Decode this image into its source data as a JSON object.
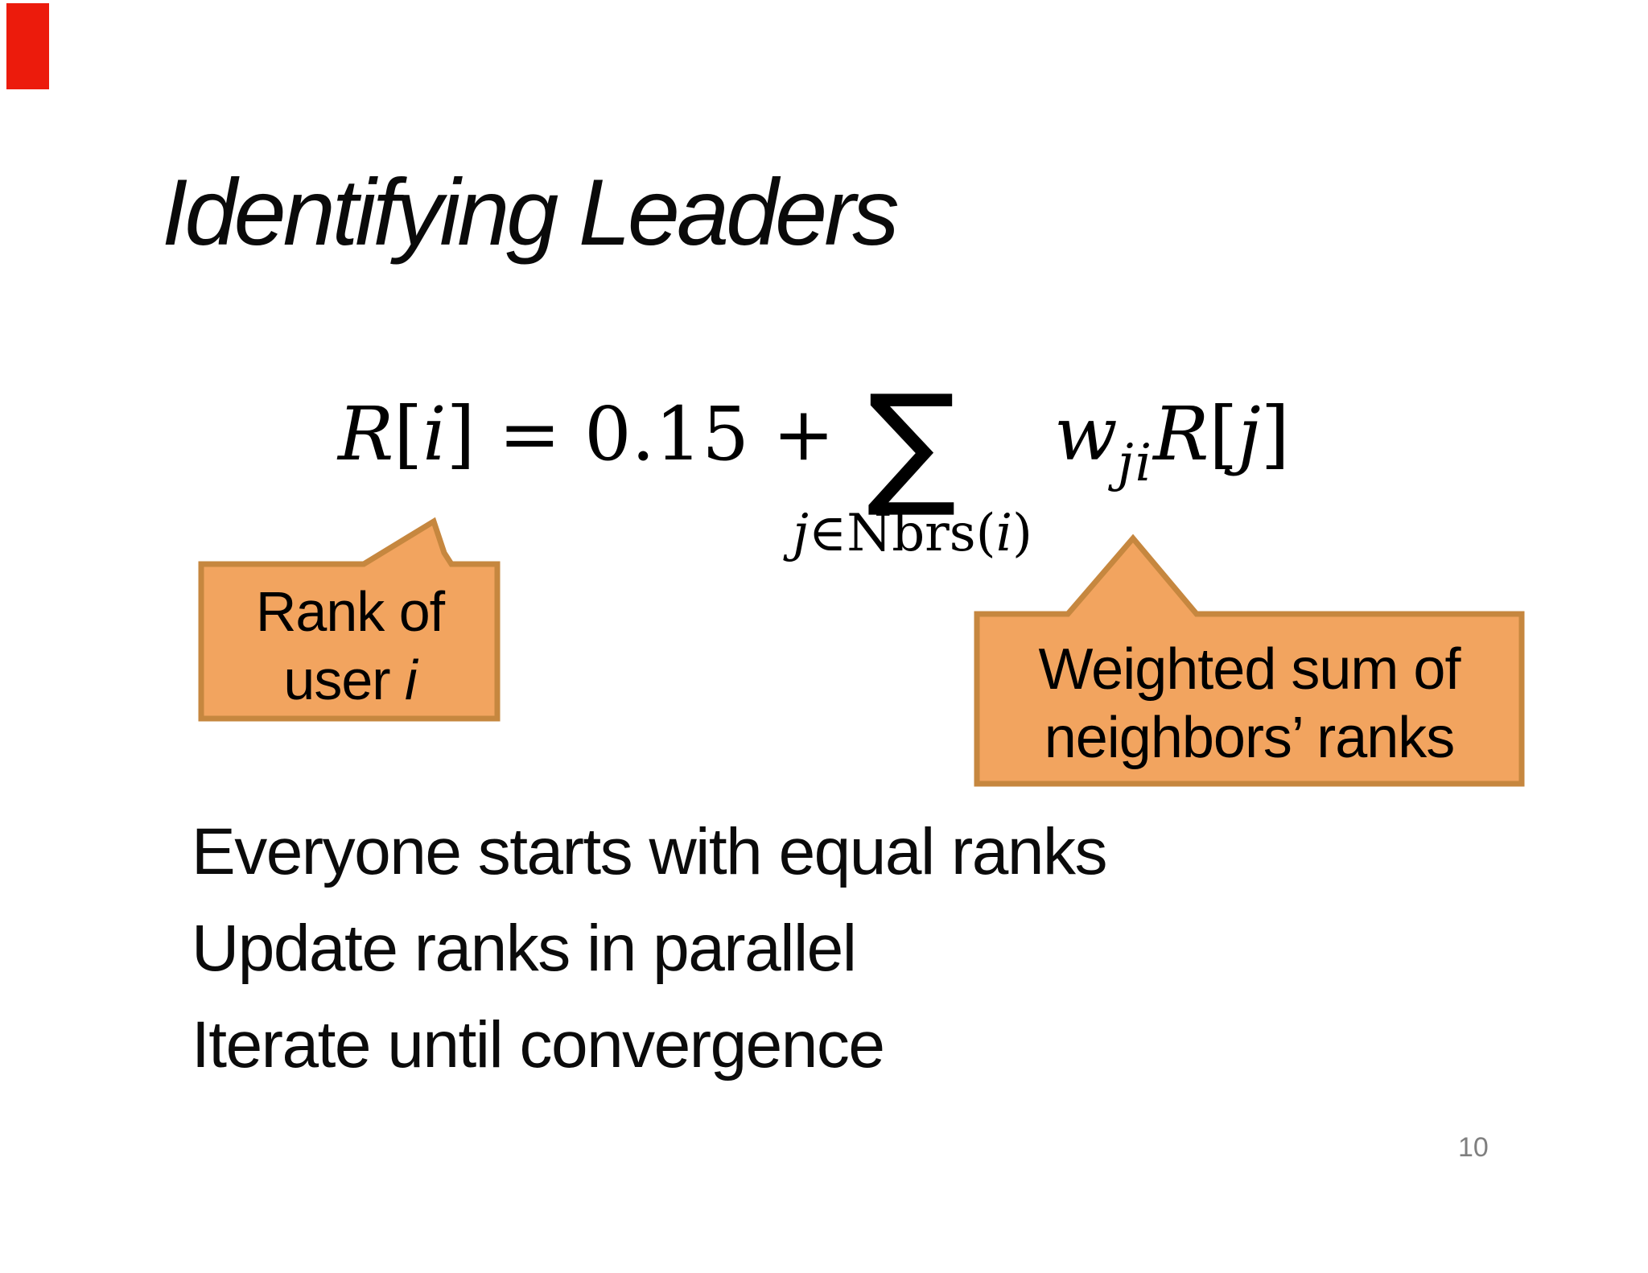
{
  "slide": {
    "title": "Identifying Leaders",
    "page_number": "10",
    "background": "#ffffff"
  },
  "decor": {
    "red_bar_color": "#EC1B0C"
  },
  "formula": {
    "lhs": {
      "R": "R",
      "open": "[",
      "i": "i",
      "rest": "] = 0.15 +"
    },
    "sum": {
      "sigma": "∑",
      "under_j": "j",
      "under_elem": "∈",
      "under_rest": "Nbrs(",
      "under_i": "i",
      "under_close": ")"
    },
    "rhs": {
      "w": "w",
      "sub": "ji",
      "R": "R",
      "open": "[",
      "j": "j",
      "close": "]"
    }
  },
  "callouts": {
    "left": {
      "line1": "Rank of",
      "line2_prefix": "user ",
      "line2_var": "i",
      "fill": "#F2A45F",
      "border": "#C6873F"
    },
    "right": {
      "line1": "Weighted sum of",
      "line2": "neighbors’ ranks",
      "fill": "#F2A45F",
      "border": "#C6873F"
    }
  },
  "bullets": {
    "items": [
      "Everyone starts with equal ranks",
      "Update ranks in parallel",
      "Iterate until convergence"
    ]
  }
}
